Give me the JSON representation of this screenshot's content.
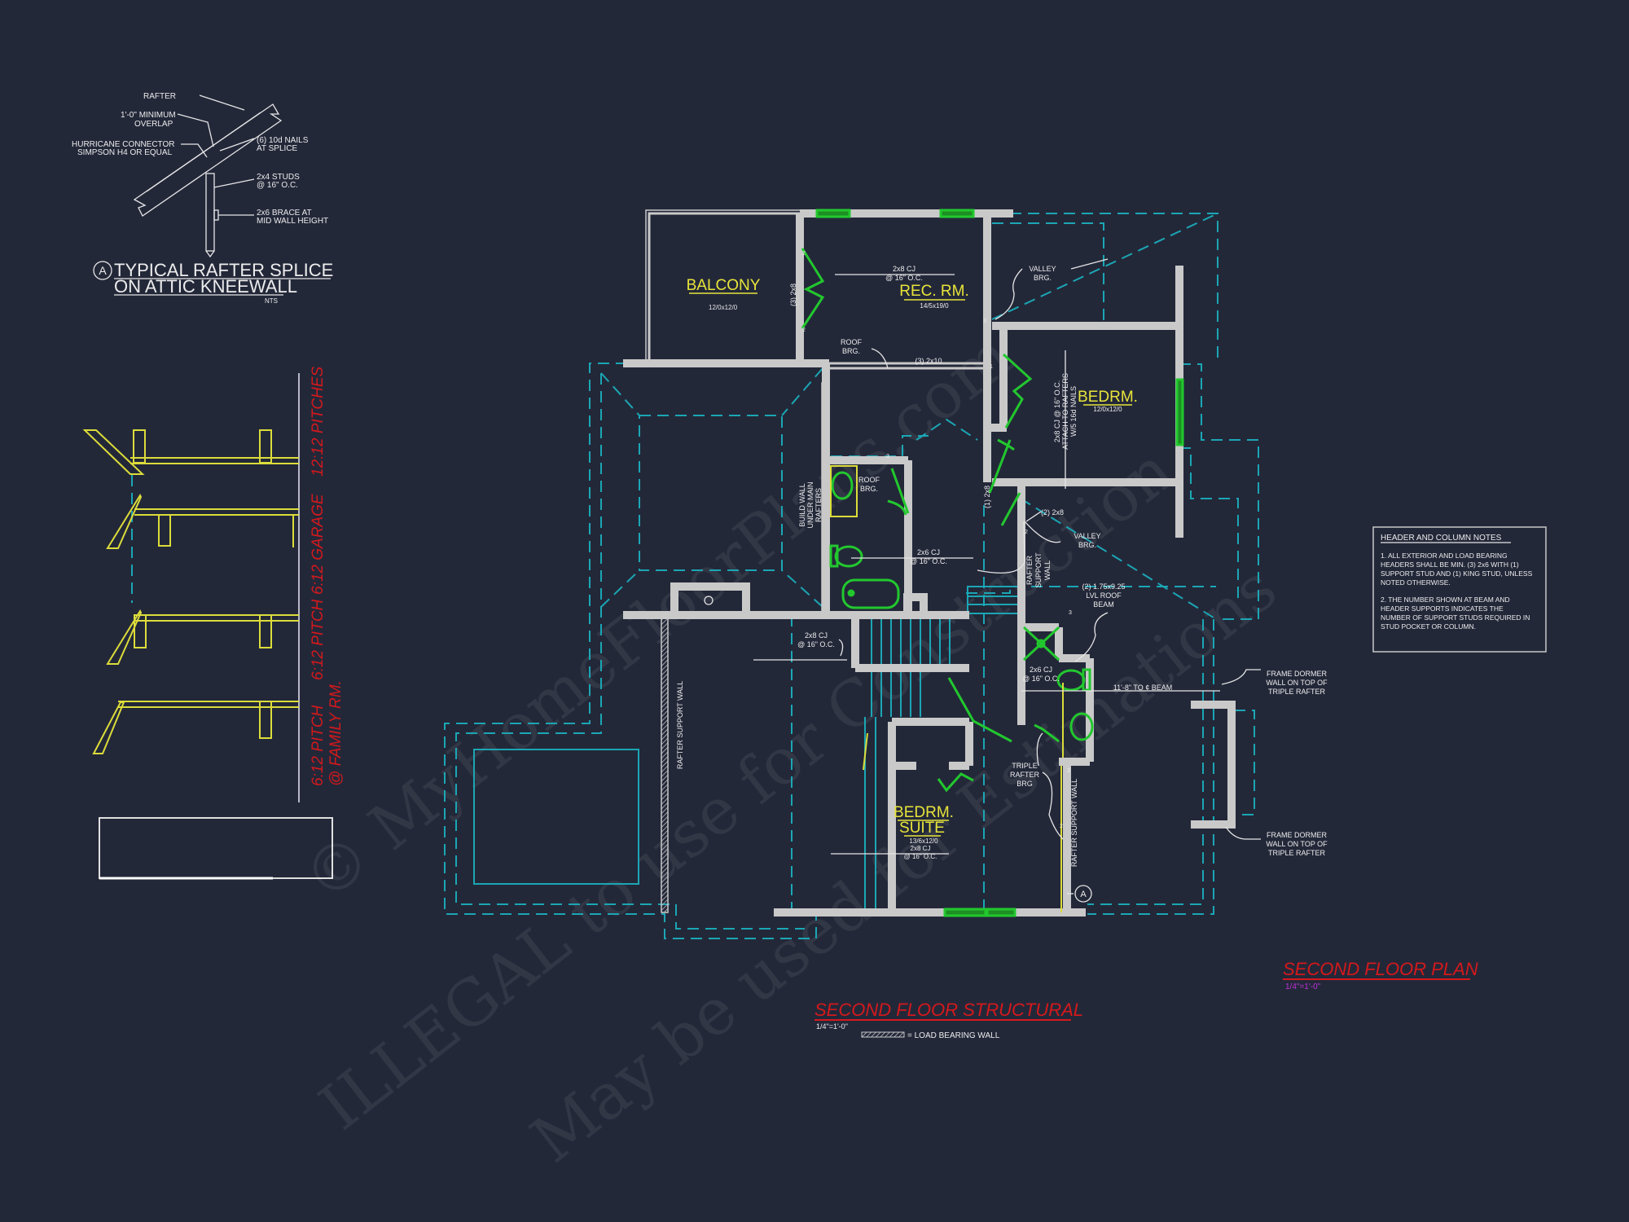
{
  "colors": {
    "background": "#232839",
    "walls": "#c9c9c9",
    "roof_lines": "#1ba6b4",
    "fixtures_doors": "#22c82e",
    "room_labels": "#e8e43a",
    "titles": "#d4191c",
    "plan_scale": "#c030d8"
  },
  "rafter_detail": {
    "labels": {
      "rafter": "RAFTER",
      "overlap_1": "1'-0\" MINIMUM",
      "overlap_2": "OVERLAP",
      "hurricane_1": "HURRICANE CONNECTOR",
      "hurricane_2": "SIMPSON H4 OR EQUAL",
      "nails_1": "(6) 10d NAILS",
      "nails_2": "AT SPLICE",
      "studs_1": "2x4 STUDS",
      "studs_2": "@ 16\" O.C.",
      "brace_1": "2x6 BRACE AT",
      "brace_2": "MID WALL HEIGHT"
    },
    "marker": "A",
    "title_1": "TYPICAL RAFTER SPLICE",
    "title_2": "ON ATTIC KNEEWALL",
    "scale": "NTS"
  },
  "pitch_sections": [
    {
      "label": "12:12 PITCHES"
    },
    {
      "label": "6:12 GARAGE"
    },
    {
      "label": "6:12 PITCH"
    },
    {
      "label": "6:12 PITCH",
      "label_2": "@ FAMILY RM."
    }
  ],
  "rooms": {
    "balcony": {
      "name": "BALCONY",
      "size": "12/0x12/0"
    },
    "rec_rm": {
      "name": "REC. RM.",
      "size": "14/5x19/0"
    },
    "bedrm": {
      "name": "BEDRM.",
      "size": "12/0x12/0"
    },
    "bedrm_suite": {
      "name_1": "BEDRM.",
      "name_2": "SUITE",
      "size": "13/6x12/0",
      "cj_1": "2x8 CJ",
      "cj_2": "@ 16\" O.C."
    }
  },
  "annotations": {
    "rec_cj_1": "2x8 CJ",
    "rec_cj_2": "@ 16\" O.C.",
    "three_2x8": "(3) 2x8",
    "valley_brg_1a": "VALLEY",
    "valley_brg_1b": "BRG.",
    "roof_brg_1a": "ROOF",
    "roof_brg_1b": "BRG.",
    "three_2x10": "(3) 2x10",
    "bed_cj_1": "2x8 CJ @ 16\" O.C.",
    "bed_cj_2": "ATTACH TO RAFTERS",
    "bed_cj_3": "W/5 16d NAILS",
    "build_wall_1": "BUILD WALL",
    "build_wall_2": "UNDER MAIN",
    "build_wall_3": "RAFTERS",
    "roof_brg_2a": "ROOF",
    "roof_brg_2b": "BRG.",
    "one_2x8": "(1) 2x8",
    "two_2x8": "(2) 2x8",
    "valley_brg_2a": "VALLEY",
    "valley_brg_2b": "BRG.",
    "bath_cj_1": "2x6 CJ",
    "bath_cj_2": "@ 16\" O.C.",
    "rafter_support_1a": "RAFTER",
    "rafter_support_1b": "SUPPORT",
    "rafter_support_1c": "WALL",
    "lvl_1": "(2) 1.75x9.25",
    "lvl_2": "LVL ROOF",
    "lvl_3": "BEAM",
    "stair_cj_1": "2x8 CJ",
    "stair_cj_2": "@ 16\" O.C.",
    "bath2_cj_1": "2x6 CJ",
    "bath2_cj_2": "@ 16\" O.C.",
    "beam_dim": "11'-8\" TO ¢ BEAM",
    "dormer_top_1": "FRAME DORMER",
    "dormer_top_2": "WALL ON TOP OF",
    "dormer_top_3": "TRIPLE RAFTER",
    "dormer_bot_1": "FRAME DORMER",
    "dormer_bot_2": "WALL ON TOP OF",
    "dormer_bot_3": "TRIPLE RAFTER",
    "triple_1": "TRIPLE",
    "triple_2": "RAFTER",
    "triple_3": "BRG",
    "rafter_support_2": "RAFTER SUPPORT WALL",
    "rafter_support_3": "RAFTER SUPPORT WALL",
    "section_marker": "A",
    "stud_counts": [
      "2",
      "2",
      "3",
      "3",
      "1",
      "2",
      "3",
      "3",
      "2"
    ]
  },
  "notes": {
    "title": "HEADER AND COLUMN NOTES",
    "lines": [
      "1. ALL EXTERIOR AND LOAD BEARING",
      "HEADERS SHALL BE MIN. (3) 2x6 WITH (1)",
      "SUPPORT STUD AND (1) KING STUD, UNLESS",
      "NOTED OTHERWISE.",
      "",
      "2. THE NUMBER SHOWN AT BEAM AND",
      "HEADER SUPPORTS INDICATES THE",
      "NUMBER OF SUPPORT STUDS REQUIRED IN",
      "STUD POCKET OR COLUMN."
    ]
  },
  "titles": {
    "structural": "SECOND FLOOR STRUCTURAL",
    "structural_scale": "1/4\"=1'-0\"",
    "legend": "= LOAD BEARING WALL",
    "plan": "SECOND FLOOR PLAN",
    "plan_scale": "1/4\"=1'-0\""
  },
  "watermark": {
    "line_1": "© MyHomeFloorPlans.com",
    "line_2": "ILLEGAL to use for Construction",
    "line_3": "May be used for Estimations"
  }
}
